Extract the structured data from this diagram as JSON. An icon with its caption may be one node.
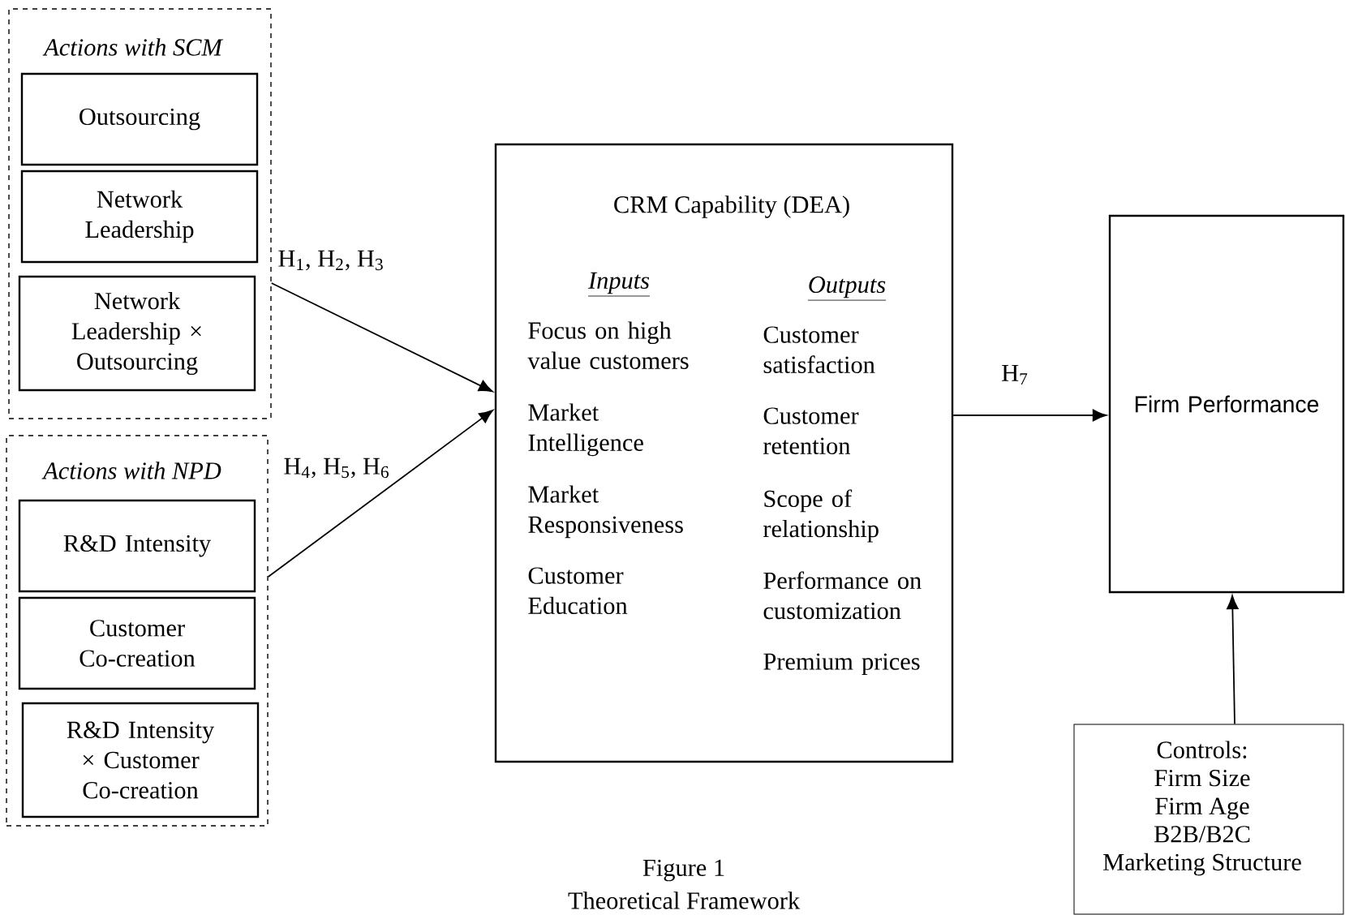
{
  "diagram": {
    "nodes": [
      {
        "text": [
          "Actions with SCM"
        ]
      },
      {
        "text": [
          "Outsourcing"
        ],
        "in": 0
      },
      {
        "text": [
          "Network Leadership"
        ],
        "in": 0
      },
      {
        "text": [
          "Network Leadership × Outsourcing"
        ],
        "in": 0
      },
      {
        "text": [
          "Actions with NPD"
        ]
      },
      {
        "text": [
          "R&D Intensity"
        ],
        "in": 4
      },
      {
        "text": [
          "Customer Co-creation"
        ],
        "in": 4
      },
      {
        "text": [
          "R&D Intensity × Customer Co-creation"
        ],
        "in": 4
      },
      {
        "text": [
          "CRM Capability (DEA)",
          "Inputs",
          "Focus on high value customers",
          "Market Intelligence",
          "Market Responsiveness",
          "Customer Education",
          "Outputs",
          "Customer satisfaction",
          "Customer retention",
          "Scope of relationship",
          "Performance on customization",
          "Premium prices"
        ]
      },
      {
        "text": [
          "Firm Performance"
        ]
      },
      {
        "text": [
          "Controls:",
          "Firm Size",
          "Firm Age",
          "B2B/B2C",
          "Marketing Structure"
        ]
      }
    ],
    "edges": [
      {
        "from": 0,
        "to": 8,
        "arrow": "to",
        "label": "H$_{1}$,  H$_{2}$, H$_{3}$"
      },
      {
        "from": 4,
        "to": 8,
        "arrow": "to",
        "label": "H$_{4}$,  H$_{5}$, H$_{6}$"
      },
      {
        "from": 8,
        "to": 9,
        "arrow": "to",
        "label": "H$_{7}$"
      },
      {
        "from": 10,
        "to": 9,
        "arrow": "to"
      }
    ],
    "labels": [
      "Figure 1",
      "Theoretical Framework"
    ]
  }
}
